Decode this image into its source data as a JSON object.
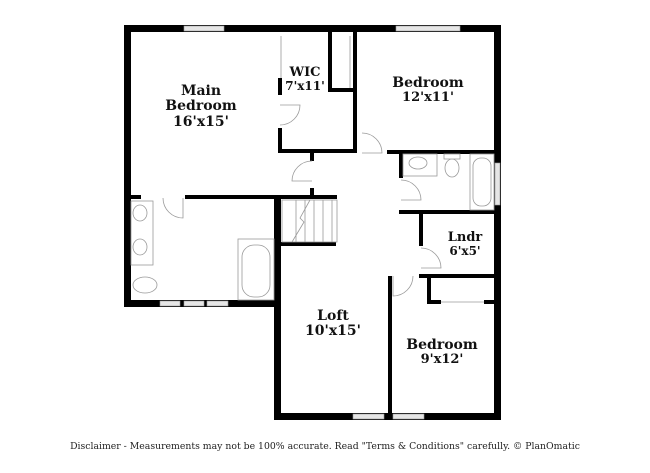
{
  "floor_plan": {
    "rooms": [
      {
        "name": "Main\nBedroom",
        "line1": "Main",
        "line2": "Bedroom",
        "dims": "16'x15'"
      },
      {
        "name": "WIC",
        "dims": "7'x11'"
      },
      {
        "name": "Bedroom",
        "dims": "12'x11'"
      },
      {
        "name": "Lndr",
        "dims": "6'x5'"
      },
      {
        "name": "Loft",
        "dims": "10'x15'"
      },
      {
        "name": "Bedroom",
        "dims": "9'x12'"
      }
    ],
    "unlabeled_spaces": [
      "main-bathroom",
      "hall-bathroom",
      "stairs",
      "hallway",
      "closet"
    ],
    "colors": {
      "wall": "#000000",
      "window": "#e6e6e6",
      "fixture_line": "#9a9a9a",
      "background": "#ffffff"
    }
  },
  "footer": {
    "disclaimer": "Disclaimer - Measurements may not be 100% accurate. Read \"Terms & Conditions\" carefully. © PlanOmatic"
  }
}
